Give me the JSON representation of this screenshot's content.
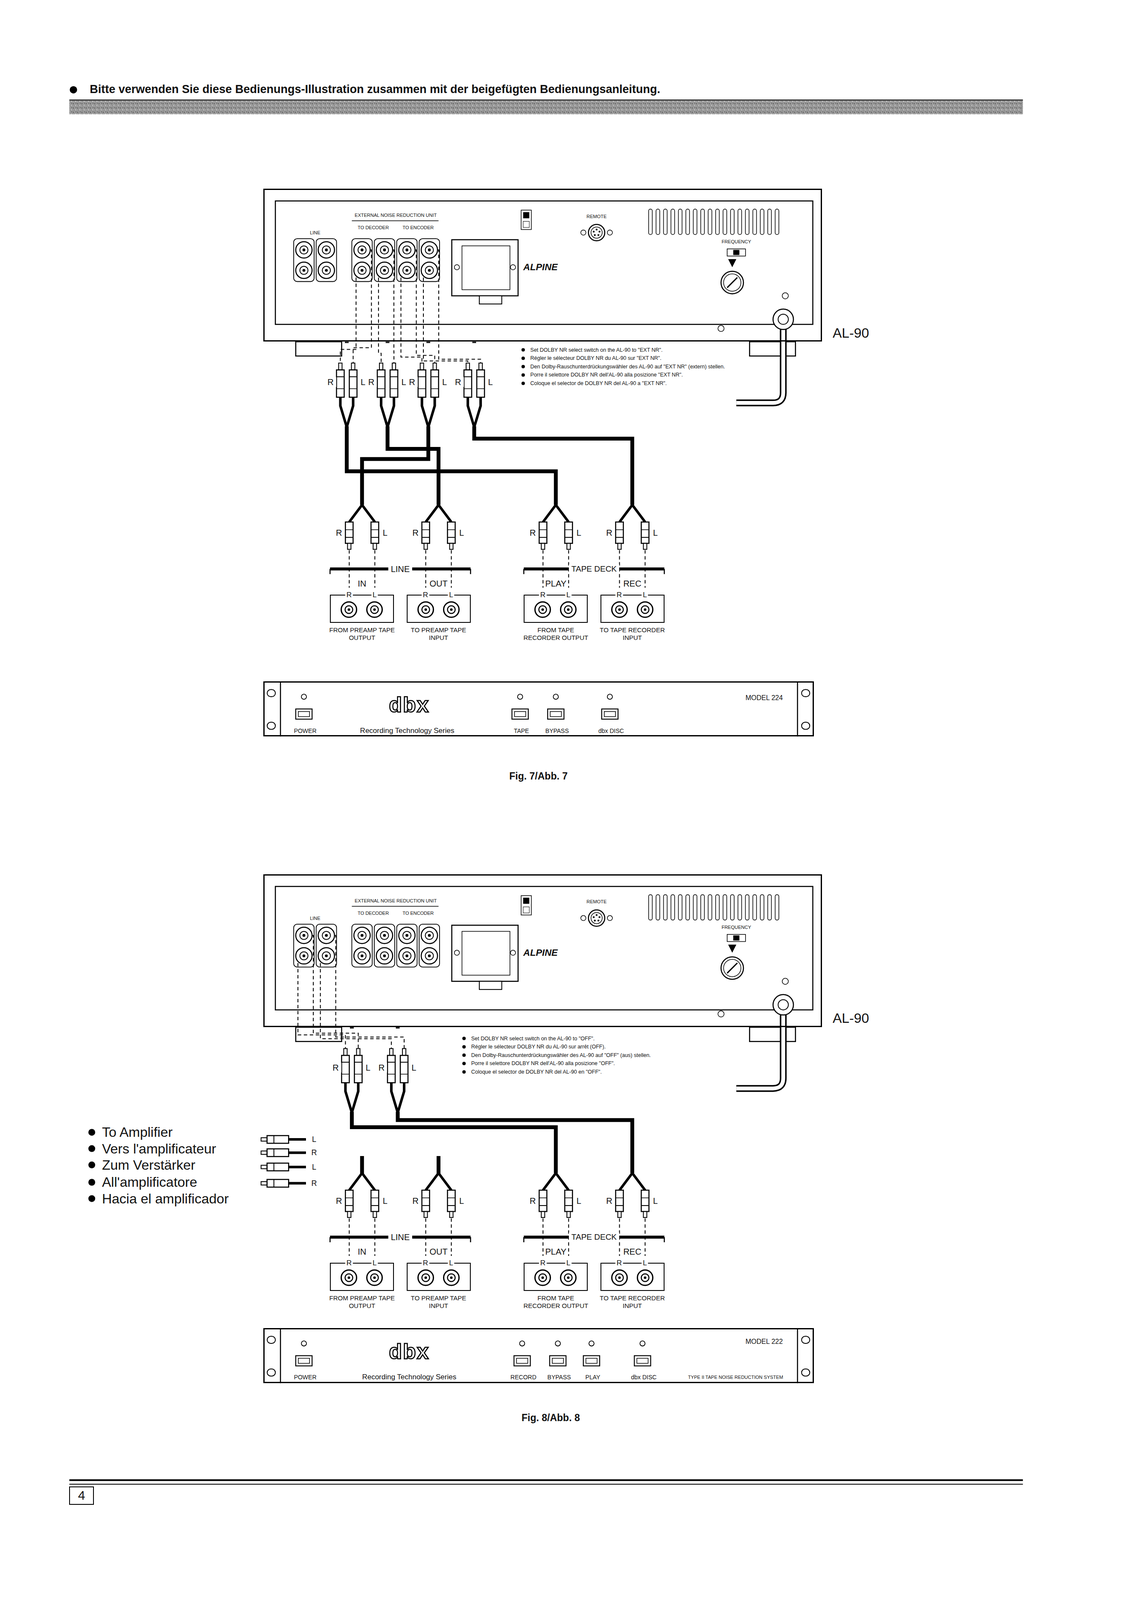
{
  "diagram": {
    "title": "Bitte verwenden Sie diese Bedienungs-Illustration zusammen mit der beigefügten Bedienungsanleitung.",
    "nodes": [
      {
        "text": [
          "AL-90"
        ]
      },
      {
        "text": [
          "IN",
          "R",
          "L",
          "FROM PREAMP TAPE OUTPUT"
        ]
      },
      {
        "text": [
          "OUT",
          "R",
          "L",
          "TO PREAMP TAPE INPUT"
        ]
      },
      {
        "text": [
          "PLAY",
          "R",
          "L",
          "FROM TAPE RECORDER OUTPUT"
        ]
      },
      {
        "text": [
          "REC",
          "R",
          "L",
          "TO TAPE RECORDER INPUT"
        ]
      },
      {
        "text": [
          "POWER",
          "dbx",
          "Recording Technology Series",
          "TAPE",
          "BYPASS",
          "dbx DISC",
          "MODEL 224"
        ]
      },
      {
        "text": [
          "AL-90"
        ]
      },
      {
        "text": [
          "IN",
          "R",
          "L",
          "FROM PREAMP TAPE OUTPUT"
        ]
      },
      {
        "text": [
          "OUT",
          "R",
          "L",
          "TO PREAMP TAPE INPUT"
        ]
      },
      {
        "text": [
          "PLAY",
          "R",
          "L",
          "FROM TAPE RECORDER OUTPUT"
        ]
      },
      {
        "text": [
          "REC",
          "R",
          "L",
          "TO TAPE RECORDER INPUT"
        ]
      },
      {
        "text": [
          "POWER",
          "dbx",
          "Recording Technology Series",
          "RECORD",
          "BYPASS",
          "PLAY",
          "dbx DISC",
          "TYPE II TAPE NOISE REDUCTION SYSTEM",
          "MODEL 222"
        ]
      },
      {
        "text": [
          "4"
        ]
      }
    ],
    "edges": [
      {
        "from": 0,
        "to": 1,
        "arrow": "none"
      },
      {
        "from": 0,
        "to": 2,
        "arrow": "none"
      },
      {
        "from": 0,
        "to": 3,
        "arrow": "none"
      },
      {
        "from": 0,
        "to": 4,
        "arrow": "none"
      },
      {
        "from": 6,
        "to": 9,
        "arrow": "none"
      },
      {
        "from": 6,
        "to": 10,
        "arrow": "none"
      }
    ],
    "labels": [
      "LINE",
      "EXTERNAL NOISE REDUCTION UNIT",
      "TO DECODER",
      "TO ENCODER",
      "REMOTE",
      "FREQUENCY",
      "ALPINE",
      "Set DOLBY NR select switch on the AL-90 to \"EXT NR\".",
      "Régler le sélecteur DOLBY NR du AL-90 sur \"EXT NR\".",
      "Den Dolby-Rauschunterdrückungswähler des AL-90 auf \"EXT NR\" (extern) stellen.",
      "Porre il selettore DOLBY NR dell'AL-90 alla posizione \"EXT NR\".",
      "Coloque el selector de DOLBY NR del AL-90 a \"EXT NR\".",
      "R",
      "L",
      "R",
      "L",
      "R",
      "L",
      "R",
      "L",
      "R",
      "L",
      "R",
      "L",
      "R",
      "L",
      "R",
      "L",
      "LINE",
      "TAPE DECK",
      "Fig. 7/Abb. 7",
      "LINE",
      "EXTERNAL NOISE REDUCTION UNIT",
      "TO DECODER",
      "TO ENCODER",
      "REMOTE",
      "FREQUENCY",
      "ALPINE",
      "Set DOLBY NR select switch on the AL-90 to \"OFF\".",
      "Régler le sélecteur DOLBY NR du AL-90 sur arrêt (OFF).",
      "Den Dolby-Rauschunterdrückungswähler des AL-90 auf \"OFF\" (aus) stellen.",
      "Porre il selettore DOLBY NR dell'AL-90 alla posizione \"OFF\".",
      "Coloque el selector de DOLBY NR del AL-90 en \"OFF\".",
      "R",
      "L",
      "R",
      "L",
      "R",
      "L",
      "R",
      "L",
      "R",
      "L",
      "R",
      "L",
      "To Amplifier",
      "Vers l'amplificateur",
      "Zum Verstärker",
      "All'amplificatore",
      "Hacia el amplificador",
      "L",
      "R",
      "L",
      "R",
      "LINE",
      "TAPE DECK",
      "Fig. 8/Abb. 8"
    ]
  }
}
